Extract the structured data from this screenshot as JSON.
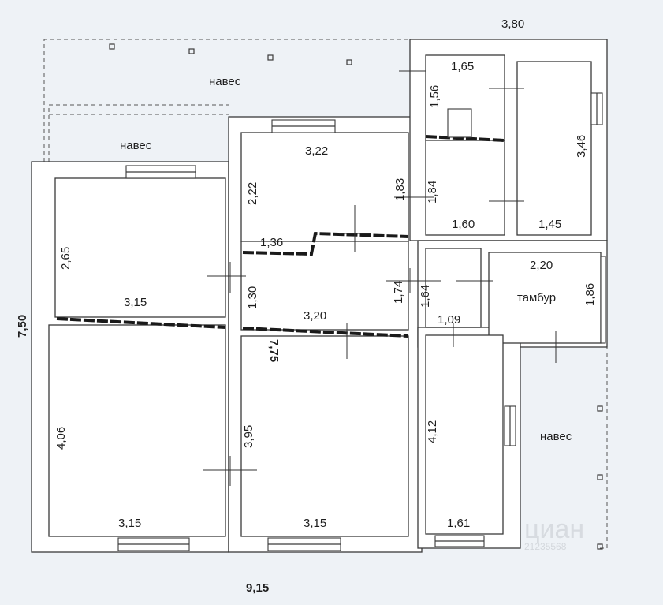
{
  "plan": {
    "total_width": "9,15",
    "total_height": "7,50",
    "top_right_width": "3,80",
    "center_height": "7,75",
    "labels": {
      "naves_top": "навес",
      "naves_left": "навес",
      "naves_right": "навес",
      "tambur": "тамбур"
    },
    "dims": {
      "d_1_65": "1,65",
      "d_1_56": "1,56",
      "d_3_46": "3,46",
      "d_3_22": "3,22",
      "d_2_22": "2,22",
      "d_1_83": "1,83",
      "d_1_84": "1,84",
      "d_1_60": "1,60",
      "d_1_45": "1,45",
      "d_2_65": "2,65",
      "d_1_36": "1,36",
      "d_1_30": "1,30",
      "d_1_74": "1,74",
      "d_1_64": "1,64",
      "d_2_20": "2,20",
      "d_1_86": "1,86",
      "d_3_15_a": "3,15",
      "d_3_20": "3,20",
      "d_1_09": "1,09",
      "d_4_06": "4,06",
      "d_3_95": "3,95",
      "d_4_12": "4,12",
      "d_3_15_b": "3,15",
      "d_3_15_c": "3,15",
      "d_1_61": "1,61"
    }
  },
  "watermark": {
    "brand": "циан",
    "id": "21235568"
  }
}
